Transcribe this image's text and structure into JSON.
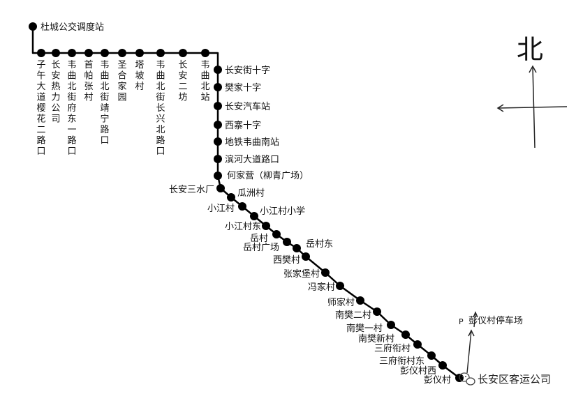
{
  "start_terminal": "杜城公交调度站",
  "stations": [
    "子午大道樱花二路口",
    "长安热力公司",
    "韦曲北街府东一路口",
    "首帕张村",
    "韦曲北街靖宁路口",
    "圣合家园",
    "塔坡村",
    "韦曲北街长兴北路口",
    "长安二坊",
    "韦曲北站",
    "长安街十字",
    "樊家十字",
    "长安汽车站",
    "西寨十字",
    "地铁韦曲南站",
    "滨河大道路口",
    "何家营（柳青广场）",
    "长安三水厂",
    "瓜洲村",
    "小江村",
    "小江村小学",
    "小江村东",
    "岳村",
    "岳村广场",
    "岳村东",
    "西樊村",
    "张家堡村",
    "冯家村",
    "师家村",
    "南樊二村",
    "南樊一村",
    "南樊新村",
    "三府衔村",
    "三府衔村东",
    "彭仪村西",
    "彭仪村"
  ],
  "parking": {
    "marker": "P",
    "label": "彭仪村停车场"
  },
  "compass": {
    "label": "北"
  },
  "watermark": {
    "text": "长安区客运公司",
    "icon": "wechat-icon"
  },
  "colors": {
    "line": "#000000",
    "stop": "#000000",
    "background": "#ffffff"
  }
}
